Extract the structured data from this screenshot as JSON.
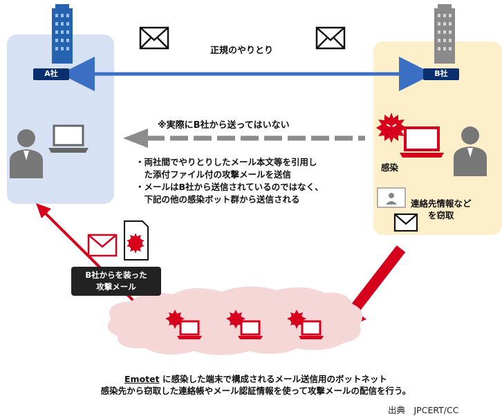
{
  "company_a": {
    "label": "A社"
  },
  "company_b": {
    "label": "B社"
  },
  "legit_exchange": {
    "label": "正規のやりとり"
  },
  "note": {
    "label": "※実際にB社から送ってはいない"
  },
  "bullets": [
    "・両社間でやりとりしたメール本文等を引用し",
    "　た添付ファイル付の攻撃メールを送信",
    "・メールはB社から送信されているのではなく、",
    "　下記の他の感染ボット群から送信される"
  ],
  "infection": {
    "label": "感染"
  },
  "stolen": {
    "line1": "連絡先情報など",
    "line2": "を窃取"
  },
  "spoofed_mail": {
    "line1": "B社からを装った",
    "line2": "攻撃メール"
  },
  "caption": {
    "emotet": "Emotet",
    "line1_rest": " に感染した端末で構成されるメール送信用のボットネット",
    "line2": "感染先から窃取した連絡帳やメール認証情報を使って攻撃メールの配信を行う。"
  },
  "source": {
    "label": "出典　JPCERT/CC"
  },
  "colors": {
    "panel_a": "#d6e2f3",
    "panel_b": "#fcefc9",
    "arrow_blue": "#3b6fc4",
    "attack_red": "#d6001c",
    "dashed_gray": "#8c8c8c",
    "cloud_pink": "#f6d7d7",
    "tag_navy": "#0a2f6e"
  }
}
